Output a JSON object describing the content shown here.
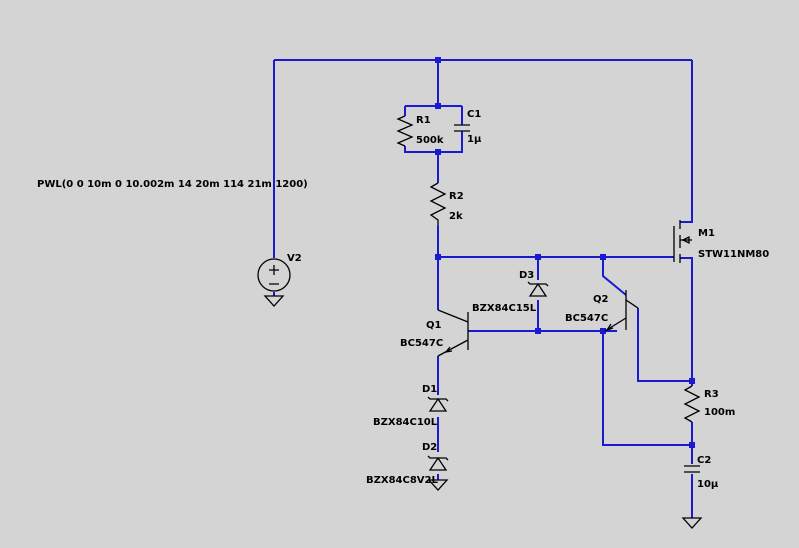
{
  "source": {
    "name": "V2",
    "value": "PWL(0 0 10m 0 10.002m 14 20m 114 21m 1200)"
  },
  "components": {
    "R1": {
      "name": "R1",
      "value": "500k"
    },
    "C1": {
      "name": "C1",
      "value": "1µ"
    },
    "R2": {
      "name": "R2",
      "value": "2k"
    },
    "D3": {
      "name": "D3",
      "value": "BZX84C15L"
    },
    "Q1": {
      "name": "Q1",
      "value": "BC547C"
    },
    "Q2": {
      "name": "Q2",
      "value": "BC547C"
    },
    "M1": {
      "name": "M1",
      "value": "STW11NM80"
    },
    "R3": {
      "name": "R3",
      "value": "100m"
    },
    "C2": {
      "name": "C2",
      "value": "10µ"
    },
    "D1": {
      "name": "D1",
      "value": "BZX84C10L"
    },
    "D2": {
      "name": "D2",
      "value": "BZX84C8V2L"
    }
  },
  "colors": {
    "background": "#d4d4d4",
    "wire": "#1a1ad0",
    "component": "#000000"
  }
}
